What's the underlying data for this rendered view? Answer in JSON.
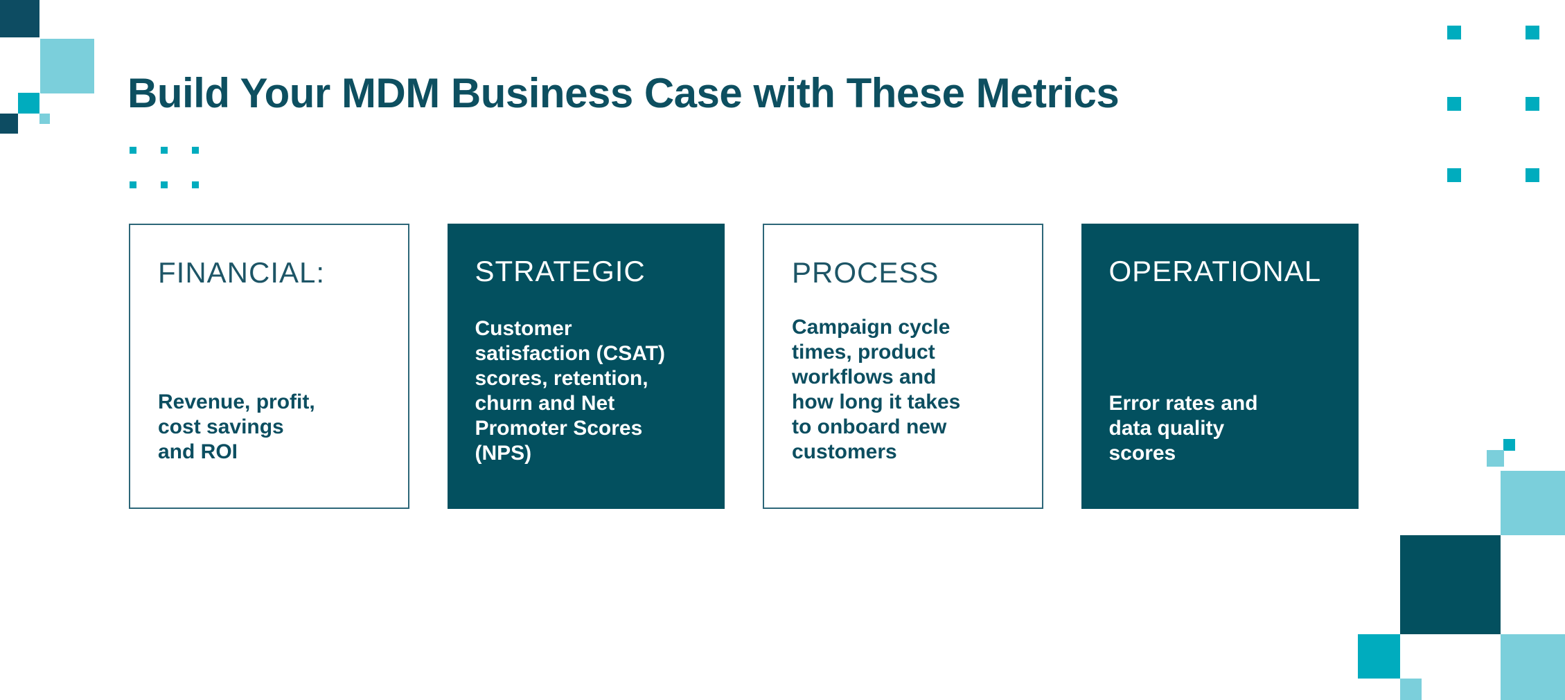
{
  "title": "Build Your MDM Business Case with These Metrics",
  "cards": [
    {
      "header": "FINANCIAL:",
      "body": "Revenue, profit,\ncost savings\nand ROI",
      "style": "outline"
    },
    {
      "header": "STRATEGIC",
      "body": "Customer\nsatisfaction (CSAT)\nscores, retention,\nchurn and Net\nPromoter Scores\n(NPS)",
      "style": "filled"
    },
    {
      "header": "PROCESS",
      "body": "Campaign cycle\ntimes, product\nworkflows and\nhow long it takes\nto onboard new\ncustomers",
      "style": "outline"
    },
    {
      "header": "OPERATIONAL",
      "body": "Error rates and\ndata quality\nscores",
      "style": "filled"
    }
  ],
  "colors": {
    "dark_teal_card": "#03505f",
    "navy_square": "#0d4c62",
    "teal_accent": "#00acbe",
    "light_blue_accent": "#7bcfdb",
    "title_text": "#0d4f60",
    "outline_card_border": "#2c6678",
    "outline_card_header": "#1d5566",
    "outline_card_body": "#0c4e60",
    "background": "#ffffff"
  }
}
